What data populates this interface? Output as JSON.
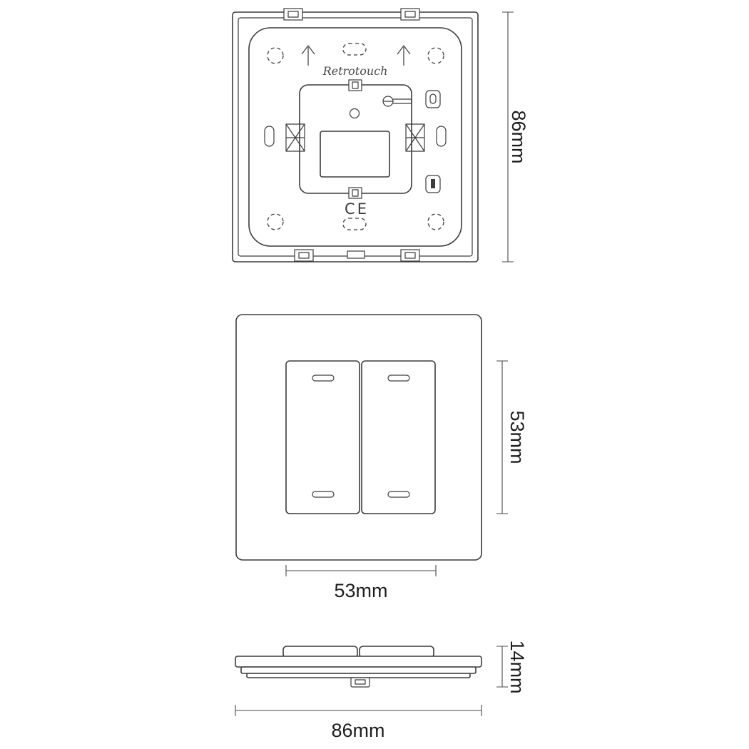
{
  "colors": {
    "background": "#ffffff",
    "line": "#3c3c3c",
    "dim": "#4a4a4a",
    "text": "#1e1e1e",
    "brand": "#4a4a4a"
  },
  "diagram": {
    "back_view": {
      "brand": "Retrotouch",
      "ce_mark": "CE",
      "height_label": "86mm"
    },
    "front_view": {
      "height_label": "53mm",
      "width_label": "53mm"
    },
    "side_view": {
      "height_label": "14mm",
      "width_label": "86mm"
    }
  }
}
